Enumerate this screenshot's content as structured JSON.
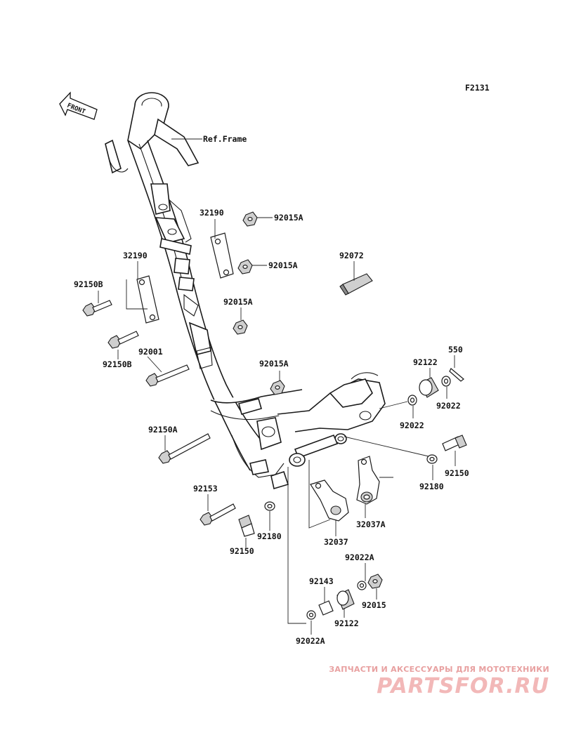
{
  "diagram_code": "F2131",
  "front_label": "FRONT",
  "ref_frame": "Ref.Frame",
  "labels": {
    "l32190_top": "32190",
    "l92015A_1": "92015A",
    "l92015A_2": "92015A",
    "l92072": "92072",
    "l32190_left": "32190",
    "l92150B_1": "92150B",
    "l92015A_3": "92015A",
    "l92150B_2": "92150B",
    "l92001": "92001",
    "l92015A_4": "92015A",
    "l550": "550",
    "l92122_1": "92122",
    "l92022_1": "92022",
    "l92022_2": "92022",
    "l92150A": "92150A",
    "l92150_r": "92150",
    "l92180_r": "92180",
    "l92153": "92153",
    "l32037A": "32037A",
    "l92180_c": "92180",
    "l32037": "32037",
    "l92150_c": "92150",
    "l92022A_1": "92022A",
    "l92143": "92143",
    "l92015": "92015",
    "l92122_2": "92122",
    "l92022A_2": "92022A"
  },
  "watermark": {
    "tagline": "ЗАПЧАСТИ И АКСЕССУАРЫ ДЛЯ МОТОТЕХНИКИ",
    "brand": "PARTSFOR.RU",
    "color": "#f2b8b8"
  }
}
